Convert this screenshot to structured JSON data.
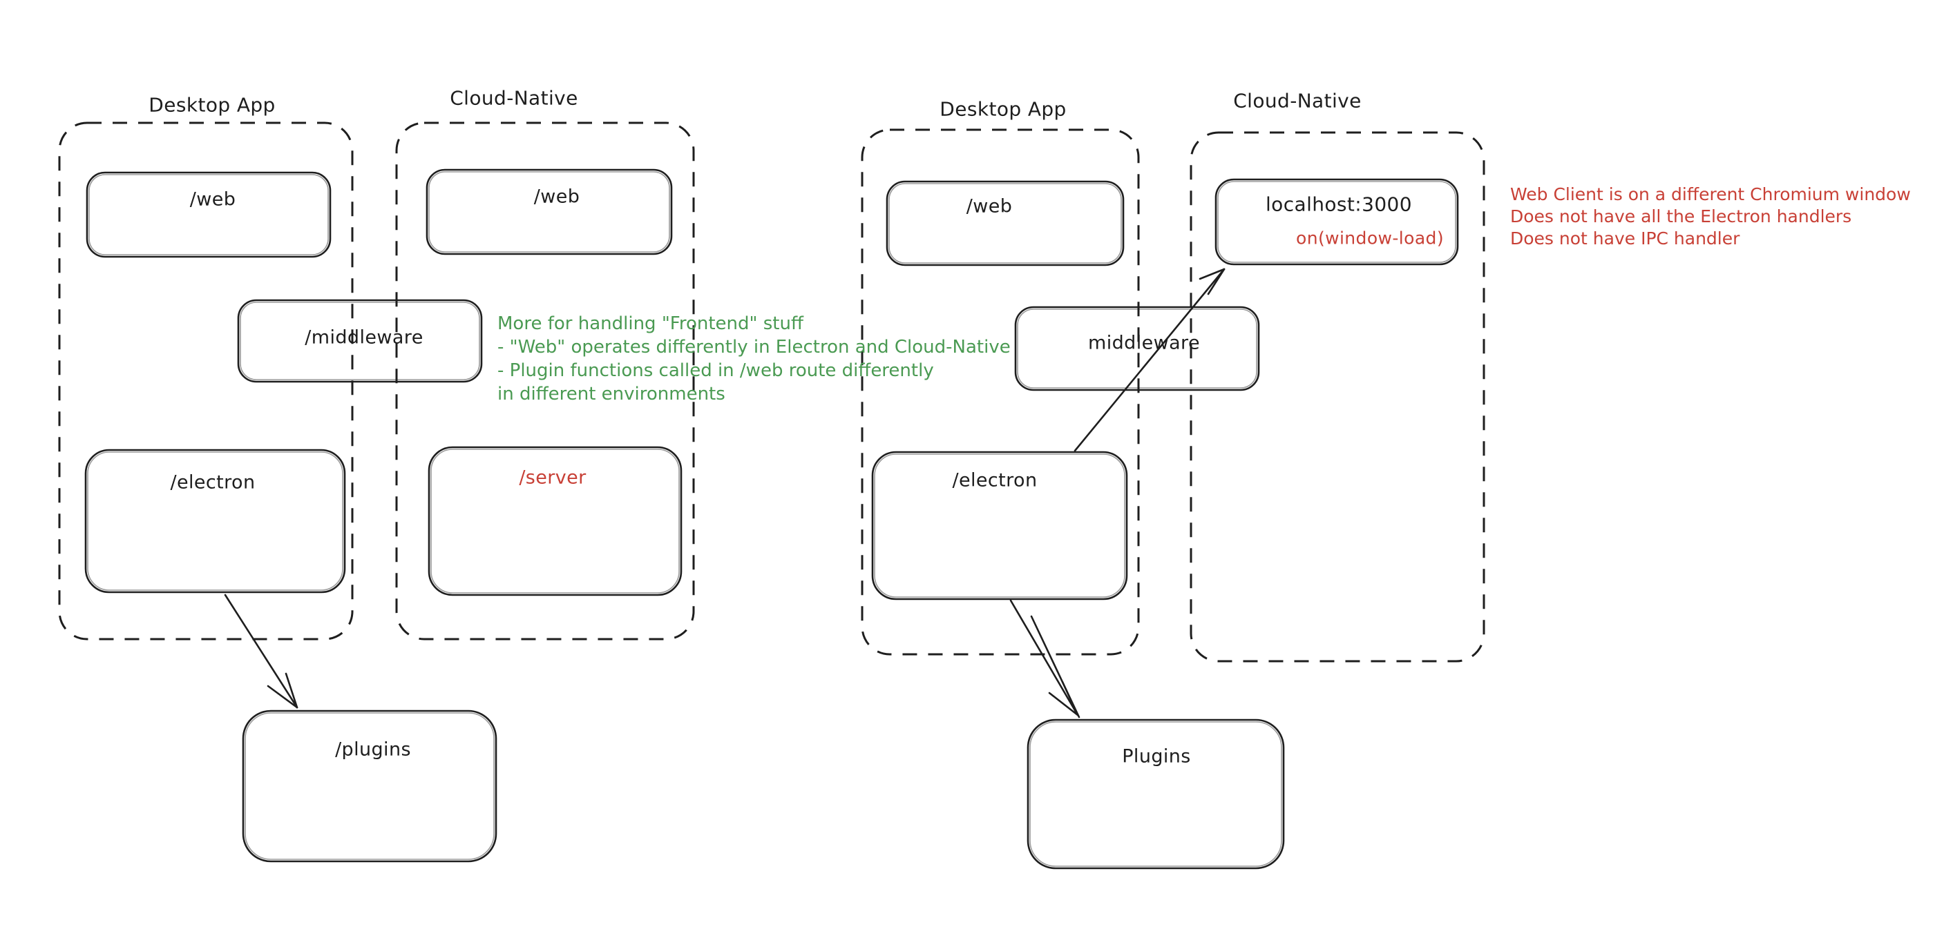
{
  "colors": {
    "ink": "#1e1e1e",
    "green": "#4a9a52",
    "red": "#c84036",
    "background": "#ffffff"
  },
  "left_diagram": {
    "desktop_label": "Desktop App",
    "cloud_label": "Cloud-Native",
    "web_desktop_label": "/web",
    "web_cloud_label": "/web",
    "middleware_label": "/middleware",
    "electron_label": "/electron",
    "server_label": "/server",
    "plugins_label": "/plugins"
  },
  "right_diagram": {
    "desktop_label": "Desktop App",
    "cloud_label": "Cloud-Native",
    "web_label": "/web",
    "localhost_label": "localhost:3000",
    "window_load_label": "on(window-load)",
    "middleware_label": "middleware",
    "electron_label": "/electron",
    "plugins_label": "Plugins"
  },
  "notes": {
    "green_note": {
      "color": "#4a9a52",
      "lines": [
        "More for handling \"Frontend\" stuff",
        "- \"Web\" operates differently in Electron and Cloud-Native",
        "- Plugin functions called in /web route differently",
        "in different environments"
      ]
    },
    "red_note": {
      "color": "#c84036",
      "lines": [
        "Web Client is on a different Chromium window",
        "Does not have all the Electron handlers",
        "Does not have IPC handler"
      ]
    }
  }
}
